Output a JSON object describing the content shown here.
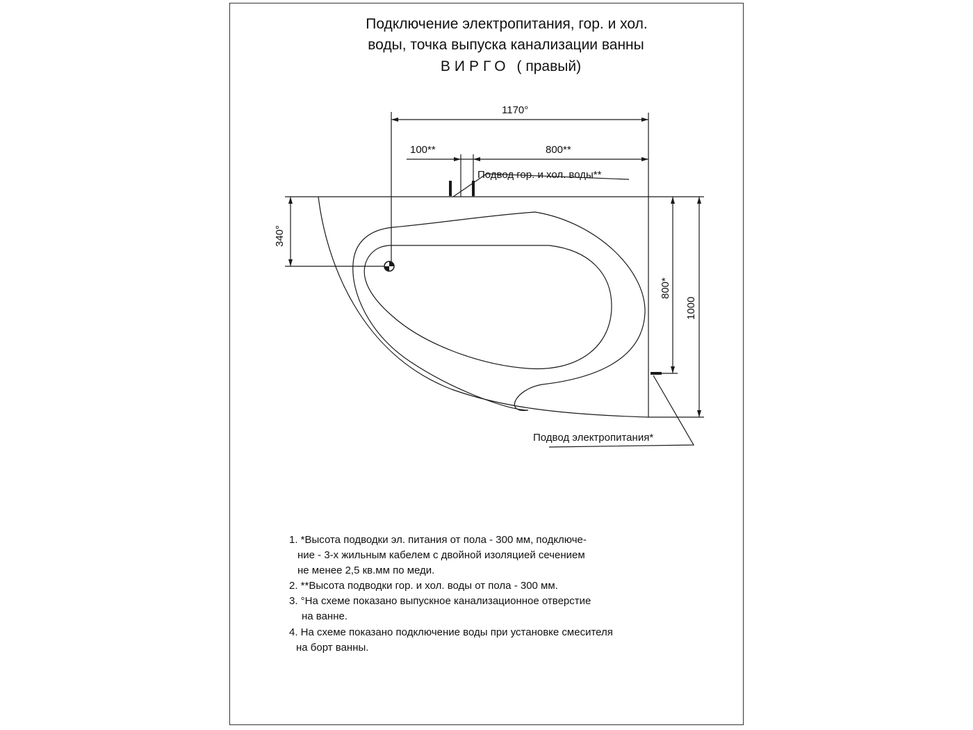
{
  "title": {
    "line1": "Подключение электропитания, гор. и хол.",
    "line2": "воды, точка выпуска канализации ванны",
    "line3_model": "ВИРГО",
    "line3_variant": "( правый)"
  },
  "dimensions": {
    "total_width": "1170°",
    "water_offset": "100**",
    "water_to_wall": "800**",
    "drain_offset": "340°",
    "power_height": "800*",
    "total_depth": "1000"
  },
  "labels": {
    "water_supply": "Подвод гор. и хол. воды**",
    "power_supply": "Подвод электропитания*"
  },
  "notes": [
    "1.  *Высота подводки эл. питания от пола - 300 мм, подключе-",
    "ние - 3-х жильным кабелем с двойной изоляцией сечением",
    "не менее 2,5 кв.мм по меди.",
    "2.  **Высота подводки гор. и хол. воды от пола - 300 мм.",
    "3.  °На схеме показано выпускное канализационное отверстие",
    "на ванне.",
    "4.  На схеме показано подключение воды при установке смесителя",
    "на борт ванны."
  ],
  "colors": {
    "line": "#1a1a1a",
    "frame": "#333333",
    "background": "#ffffff"
  }
}
